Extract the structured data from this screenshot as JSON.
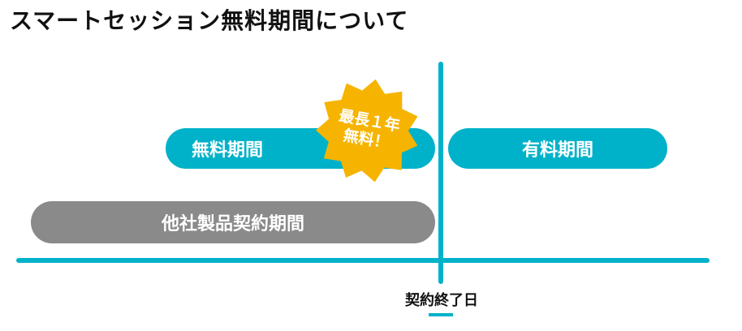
{
  "title": "スマートセッション無料期間について",
  "periods": {
    "free": "無料期間",
    "paid": "有料期間",
    "other": "他社製品契約期間"
  },
  "badge": {
    "line1": "最長１年",
    "line2": "無料！"
  },
  "timeline": {
    "end_label": "契約終了日"
  },
  "colors": {
    "accent": "#00b2c9",
    "other_bar": "#8a8a8a",
    "badge": "#f6b400"
  }
}
